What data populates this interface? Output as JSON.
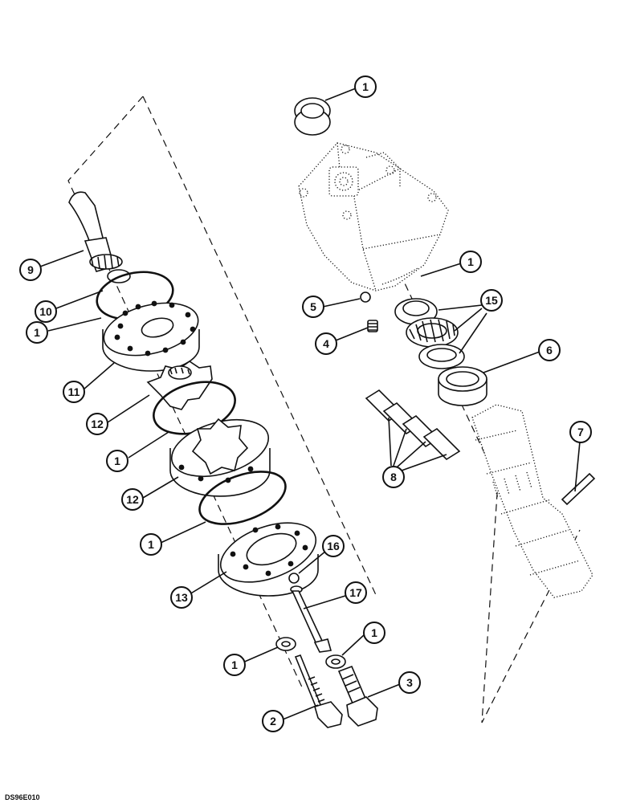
{
  "drawing_code": "DS96E010",
  "callouts": [
    {
      "id": "c1a",
      "label": "1"
    },
    {
      "id": "c9",
      "label": "9"
    },
    {
      "id": "c10",
      "label": "10"
    },
    {
      "id": "c1b",
      "label": "1"
    },
    {
      "id": "c11",
      "label": "11"
    },
    {
      "id": "c12a",
      "label": "12"
    },
    {
      "id": "c1c",
      "label": "1"
    },
    {
      "id": "c12b",
      "label": "12"
    },
    {
      "id": "c1d",
      "label": "1"
    },
    {
      "id": "c13",
      "label": "13"
    },
    {
      "id": "c16",
      "label": "16"
    },
    {
      "id": "c17",
      "label": "17"
    },
    {
      "id": "c1e",
      "label": "1"
    },
    {
      "id": "c1f",
      "label": "1"
    },
    {
      "id": "c2",
      "label": "2"
    },
    {
      "id": "c3",
      "label": "3"
    },
    {
      "id": "c1g",
      "label": "1"
    },
    {
      "id": "c5",
      "label": "5"
    },
    {
      "id": "c4",
      "label": "4"
    },
    {
      "id": "c15",
      "label": "15"
    },
    {
      "id": "c6",
      "label": "6"
    },
    {
      "id": "c7",
      "label": "7"
    },
    {
      "id": "c8",
      "label": "8"
    }
  ]
}
